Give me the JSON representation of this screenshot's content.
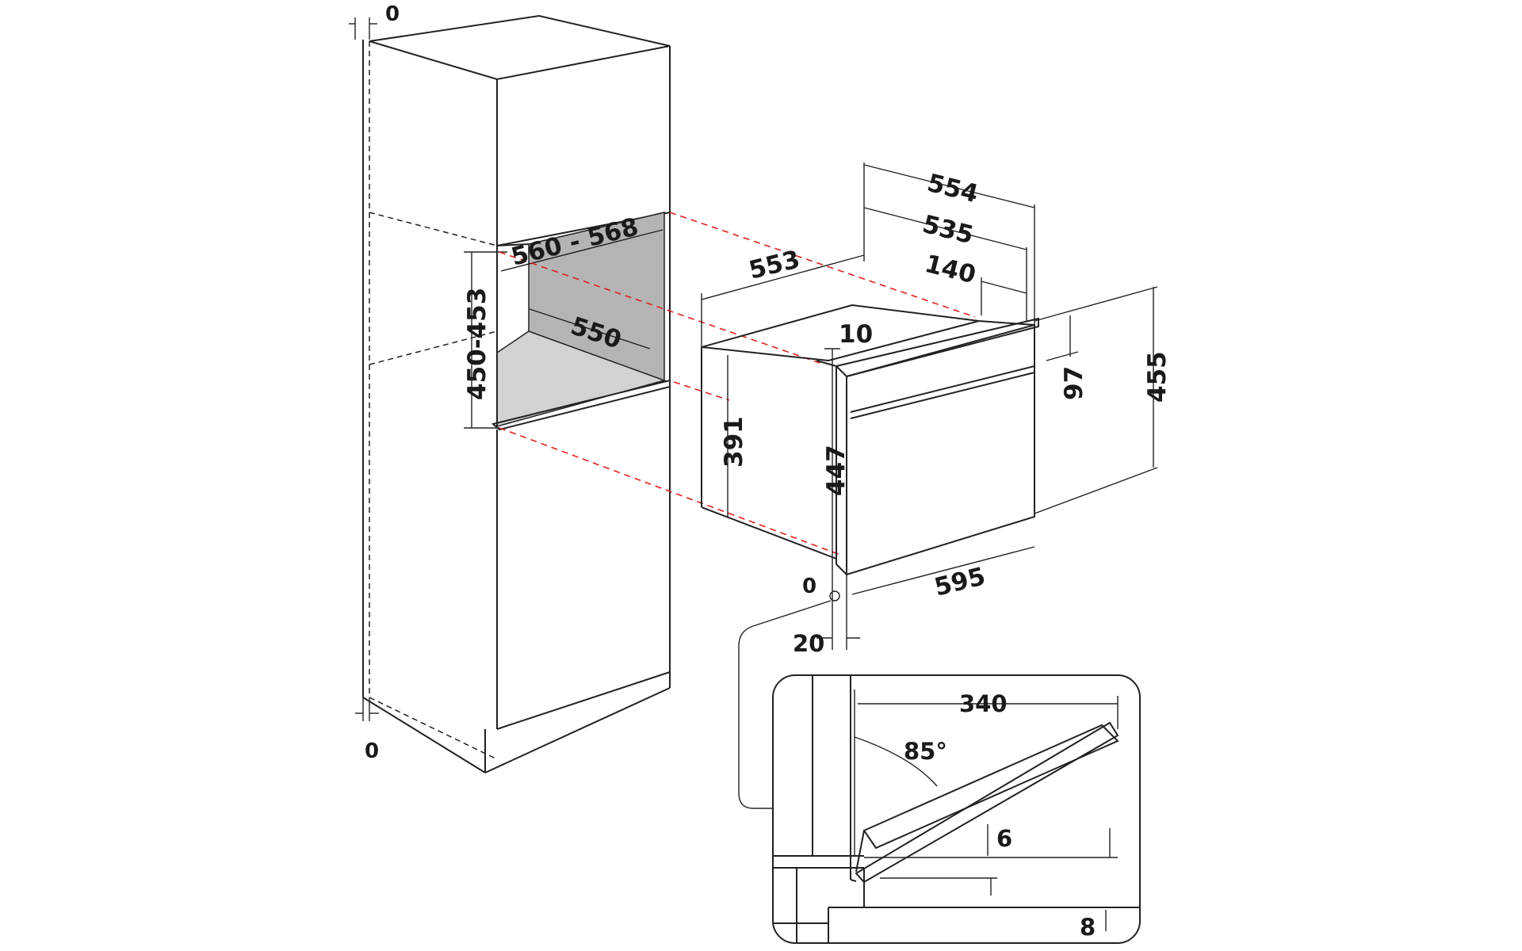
{
  "colors": {
    "line": "#222222",
    "guide": "#e02020",
    "niche_back": "#b4b4b4",
    "niche_floor": "#d2d2d2",
    "background": "#ffffff"
  },
  "cabinet": {
    "top_offset": "0",
    "bottom_offset": "0",
    "niche_width": "560 - 568",
    "niche_height": "450-453",
    "niche_depth": "550"
  },
  "oven": {
    "depth_553": "553",
    "width_554": "554",
    "width_535": "535",
    "dim_140": "140",
    "dim_10": "10",
    "dim_97": "97",
    "height_455": "455",
    "height_391": "391",
    "height_447": "447",
    "width_595": "595",
    "bottom_offset": "0",
    "front_20": "20"
  },
  "detail": {
    "dim_340": "340",
    "angle": "85°",
    "dim_6": "6",
    "dim_8": "8"
  }
}
